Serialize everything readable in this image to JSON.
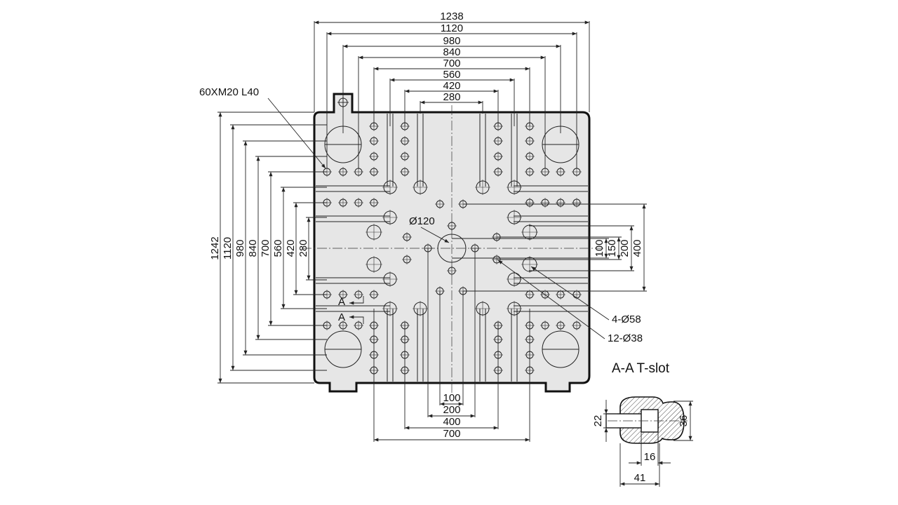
{
  "top_dims": [
    "1238",
    "1120",
    "980",
    "840",
    "700",
    "560",
    "420",
    "280"
  ],
  "left_dims": [
    "1242",
    "1120",
    "980",
    "840",
    "700",
    "560",
    "420",
    "280"
  ],
  "bottom_dims": [
    "100",
    "200",
    "400",
    "700"
  ],
  "right_dims": [
    "100",
    "150",
    "200",
    "400"
  ],
  "labels": {
    "tapped_holes": "60XM20 L40",
    "center_hole": "Ø120",
    "large_holes": "4-Ø58",
    "small_holes": "12-Ø38",
    "section_a1": "A",
    "section_a2": "A"
  },
  "tslot": {
    "title": "A-A T-slot",
    "dim_22": "22",
    "dim_36": "36",
    "dim_16": "16",
    "dim_41": "41"
  },
  "colors": {
    "plate_fill": "#e6e6e6",
    "line": "#222222",
    "hatch": "#444444"
  }
}
